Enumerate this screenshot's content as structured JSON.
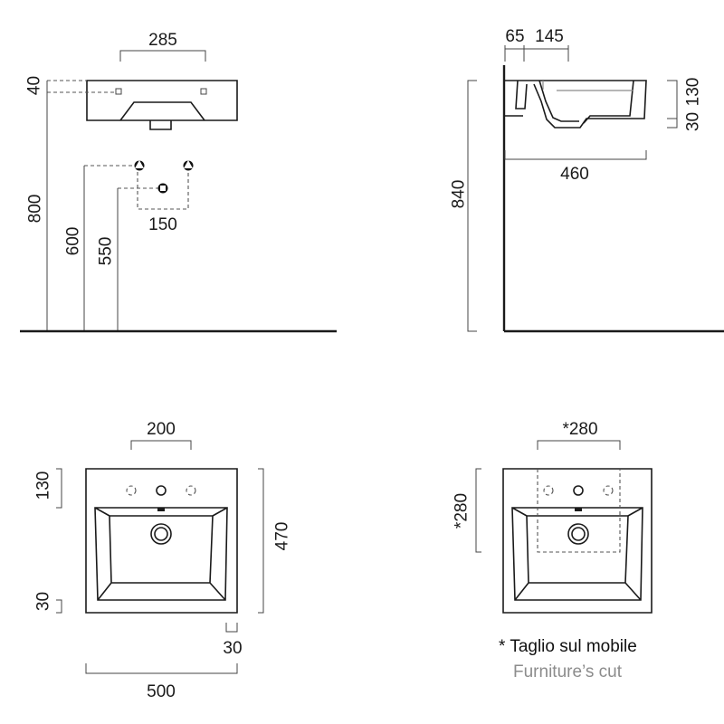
{
  "front_elevation": {
    "width_285": "285",
    "height_40": "40",
    "height_800": "800",
    "height_600": "600",
    "height_550": "550",
    "spacing_150": "150"
  },
  "side_section": {
    "offset_65": "65",
    "offset_145": "145",
    "height_130": "130",
    "height_30": "30",
    "depth_460": "460",
    "height_840": "840"
  },
  "plan_view": {
    "width_200": "200",
    "height_130": "130",
    "height_470": "470",
    "bottom_30": "30",
    "right_30": "30",
    "width_500": "500"
  },
  "cut_view": {
    "width_280": "*280",
    "height_280": "*280"
  },
  "note": {
    "italian": "* Taglio sul mobile",
    "english": "Furniture’s cut"
  }
}
